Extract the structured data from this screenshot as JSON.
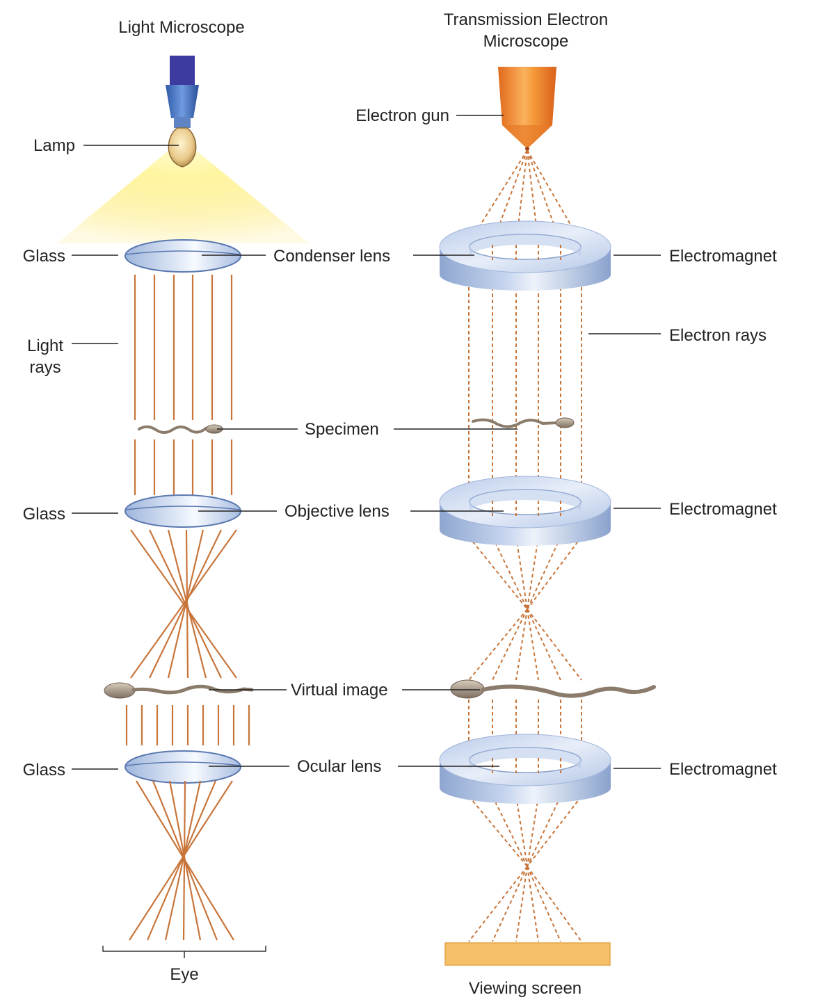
{
  "titles": {
    "light": "Light Microscope",
    "tem_line1": "Transmission Electron",
    "tem_line2": "Microscope"
  },
  "light_labels": {
    "lamp": "Lamp",
    "glass1": "Glass",
    "condenser": "Condenser lens",
    "light_rays_1": "Light",
    "light_rays_2": "rays",
    "specimen": "Specimen",
    "glass2": "Glass",
    "objective": "Objective lens",
    "virtual_image": "Virtual image",
    "glass3": "Glass",
    "ocular": "Ocular lens",
    "eye": "Eye"
  },
  "tem_labels": {
    "electron_gun": "Electron gun",
    "electromagnet1": "Electromagnet",
    "electron_rays": "Electron rays",
    "electromagnet2": "Electromagnet",
    "electromagnet3": "Electromagnet",
    "viewing_screen": "Viewing screen"
  },
  "colors": {
    "ray": "#c8753a",
    "lens_fill": "#c9d8ee",
    "lens_edge": "#5a78b0",
    "ring_top": "#c7d6ee",
    "ring_side": "#9db3d8",
    "screen": "#f6c06a",
    "specimen": "#8b7b6b",
    "lamp_glow": "#fff176"
  }
}
